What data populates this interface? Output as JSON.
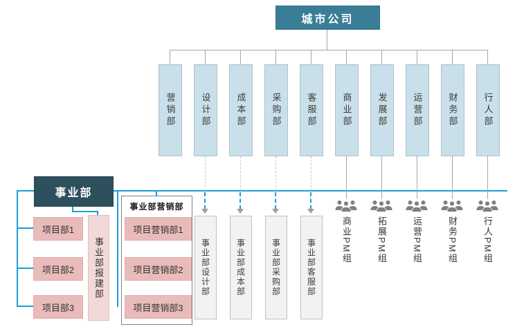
{
  "root": {
    "label": "城市公司"
  },
  "departments": [
    {
      "label": "营销部"
    },
    {
      "label": "设计部"
    },
    {
      "label": "成本部"
    },
    {
      "label": "采购部"
    },
    {
      "label": "客服部"
    },
    {
      "label": "商业部"
    },
    {
      "label": "发展部"
    },
    {
      "label": "运营部"
    },
    {
      "label": "财务部"
    },
    {
      "label": "行人部"
    }
  ],
  "division": {
    "label": "事业部",
    "project_depts": [
      {
        "label": "项目部1"
      },
      {
        "label": "项目部2"
      },
      {
        "label": "项目部3"
      }
    ],
    "construction_dept": {
      "label": "事业部报建部"
    },
    "marketing_group": {
      "title": "事业部营销部",
      "items": [
        {
          "label": "项目营销部1"
        },
        {
          "label": "项目营销部2"
        },
        {
          "label": "项目营销部3"
        }
      ]
    },
    "functional_depts": [
      {
        "label": "事业部设计部"
      },
      {
        "label": "事业部成本部"
      },
      {
        "label": "事业部采购部"
      },
      {
        "label": "事业部客服部"
      }
    ]
  },
  "pm_groups": [
    {
      "label": "商业PM组"
    },
    {
      "label": "拓展PM组"
    },
    {
      "label": "运营PM组"
    },
    {
      "label": "财务PM组"
    },
    {
      "label": "行人PM组"
    }
  ],
  "colors": {
    "root_box": "#3A7D97",
    "division_box": "#2E505C",
    "department_box": "#C9E0EA",
    "pink_box": "#E9BCBA",
    "light_pink_box": "#F2D9D7",
    "gray_box": "#F2F2F2",
    "blue_line": "#1B9CD8",
    "gray_line": "#A6A6A6"
  }
}
